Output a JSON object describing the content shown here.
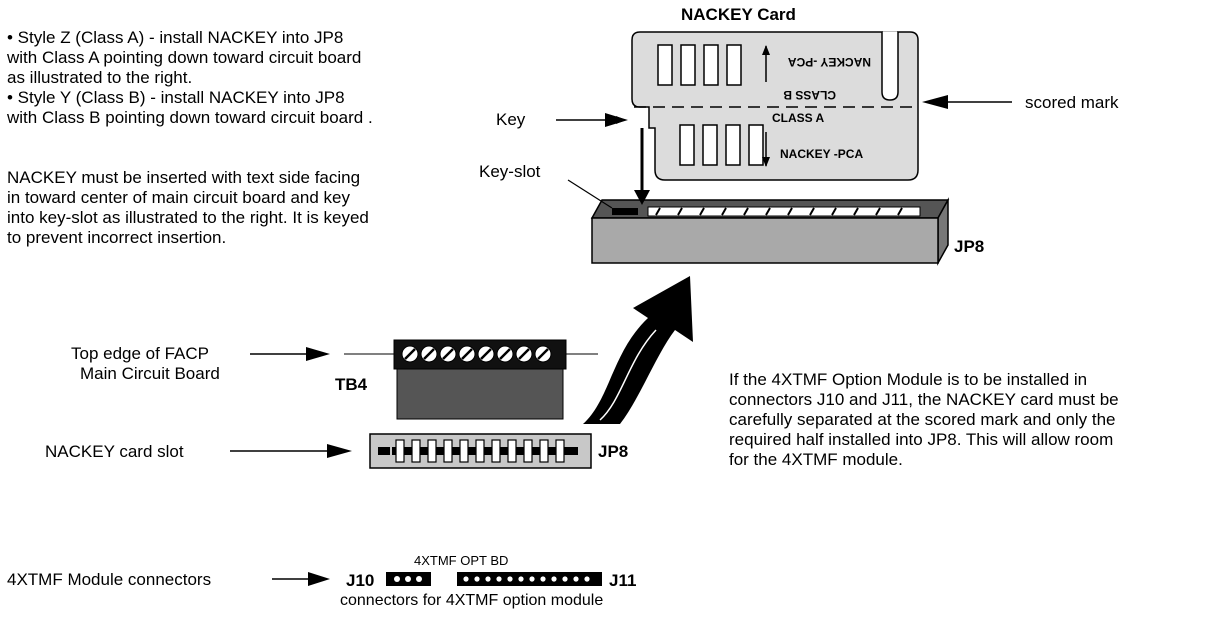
{
  "instructions": {
    "bullet_z_l1": "• Style Z (Class A) - install NACKEY into JP8",
    "bullet_z_l2": "with Class A pointing down toward circuit board",
    "bullet_z_l3": "as illustrated to the right.",
    "bullet_y_l1": "• Style Y (Class B) - install NACKEY into JP8",
    "bullet_y_l2": "with Class B pointing down toward circuit board .",
    "para_l1": "NACKEY must be inserted with text side facing",
    "para_l2": "in toward center of main circuit board and key",
    "para_l3": "into key-slot as illustrated to the right.  It is keyed",
    "para_l4": "to prevent incorrect insertion."
  },
  "card": {
    "title": "NACKEY Card",
    "class_a": "CLASS A",
    "class_b": "CLASS B",
    "label_bottom": "NACKEY -PCA",
    "label_top": "NACKEY -PCA"
  },
  "callouts": {
    "key": "Key",
    "key_slot": "Key-slot",
    "scored_mark": "scored mark",
    "jp8_top": "JP8",
    "top_edge_l1": "Top edge of FACP",
    "top_edge_l2": "Main Circuit Board",
    "tb4": "TB4",
    "card_slot": "NACKEY card slot",
    "jp8_board": "JP8",
    "module_connectors": "4XTMF Module connectors",
    "opt_bd": "4XTMF OPT BD",
    "j10": "J10",
    "j11": "J11",
    "connectors_caption": "connectors for 4XTMF option module"
  },
  "note": {
    "l1": "If the 4XTMF Option Module is to be installed in",
    "l2": "connectors J10 and J11, the NACKEY card must be",
    "l3": "carefully separated at the scored mark and only the",
    "l4": "required half installed into JP8.  This will allow room",
    "l5": "for the 4XTMF module."
  }
}
